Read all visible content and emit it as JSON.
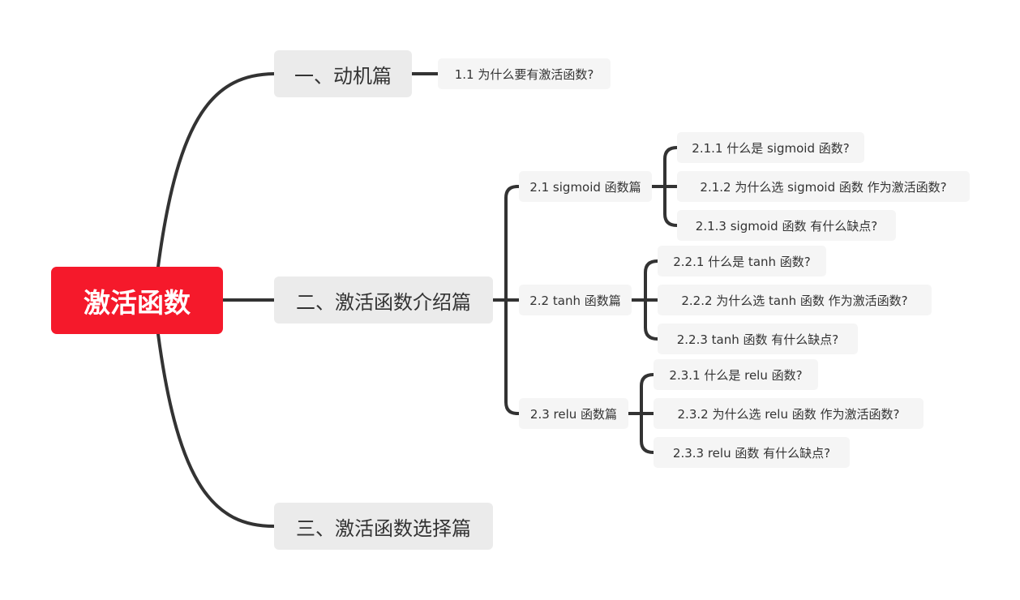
{
  "mindmap": {
    "root": {
      "label": "激活函数",
      "color": "#f5192b"
    },
    "branches": [
      {
        "label": "一、动机篇",
        "children": [
          {
            "label": "1.1 为什么要有激活函数?"
          }
        ]
      },
      {
        "label": "二、激活函数介绍篇",
        "children": [
          {
            "label": "2.1 sigmoid 函数篇",
            "children": [
              {
                "label": "2.1.1 什么是 sigmoid 函数?"
              },
              {
                "label": "2.1.2 为什么选 sigmoid 函数 作为激活函数?"
              },
              {
                "label": "2.1.3 sigmoid 函数 有什么缺点?"
              }
            ]
          },
          {
            "label": "2.2 tanh 函数篇",
            "children": [
              {
                "label": "2.2.1 什么是 tanh 函数?"
              },
              {
                "label": "2.2.2 为什么选 tanh 函数 作为激活函数?"
              },
              {
                "label": "2.2.3 tanh 函数 有什么缺点?"
              }
            ]
          },
          {
            "label": "2.3 relu 函数篇",
            "children": [
              {
                "label": "2.3.1 什么是 relu 函数?"
              },
              {
                "label": "2.3.2 为什么选 relu 函数 作为激活函数?"
              },
              {
                "label": "2.3.3 relu 函数 有什么缺点?"
              }
            ]
          }
        ]
      },
      {
        "label": "三、激活函数选择篇",
        "children": []
      }
    ],
    "colors": {
      "connector": "#333333",
      "level1_fill": "#ebebeb",
      "leaf_fill": "#f5f5f5",
      "text": "#333333"
    }
  }
}
